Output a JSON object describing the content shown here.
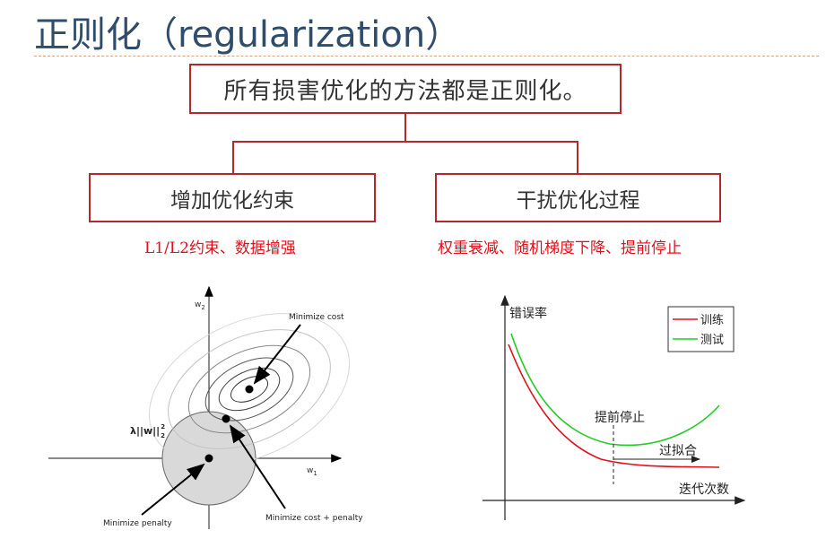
{
  "title": "正则化（regularization）",
  "tree": {
    "root": "所有损害优化的方法都是正则化。",
    "left": "增加优化约束",
    "right": "干扰优化过程",
    "left_note": "L1/L2约束、数据增强",
    "right_note": "权重衰减、随机梯度下降、提前停止"
  },
  "left_figure": {
    "w2_label": "w",
    "w2_sub": "2",
    "w1_label": "w",
    "w1_sub": "1",
    "min_cost": "Minimize cost",
    "penalty_expr": "λ||w||",
    "penalty_sup": "2",
    "penalty_sub": "2",
    "min_penalty": "Minimize penalty",
    "min_cost_penalty": "Minimize cost + penalty"
  },
  "right_figure": {
    "ylabel": "错误率",
    "xlabel": "迭代次数",
    "early_stop": "提前停止",
    "overfit": "过拟合",
    "legend": [
      {
        "name": "训练",
        "color": "#e0101b"
      },
      {
        "name": "测试",
        "color": "#22cc22"
      }
    ]
  },
  "colors": {
    "title": "#2f4d6b",
    "accent": "#b3272d",
    "note": "#e0101b"
  }
}
